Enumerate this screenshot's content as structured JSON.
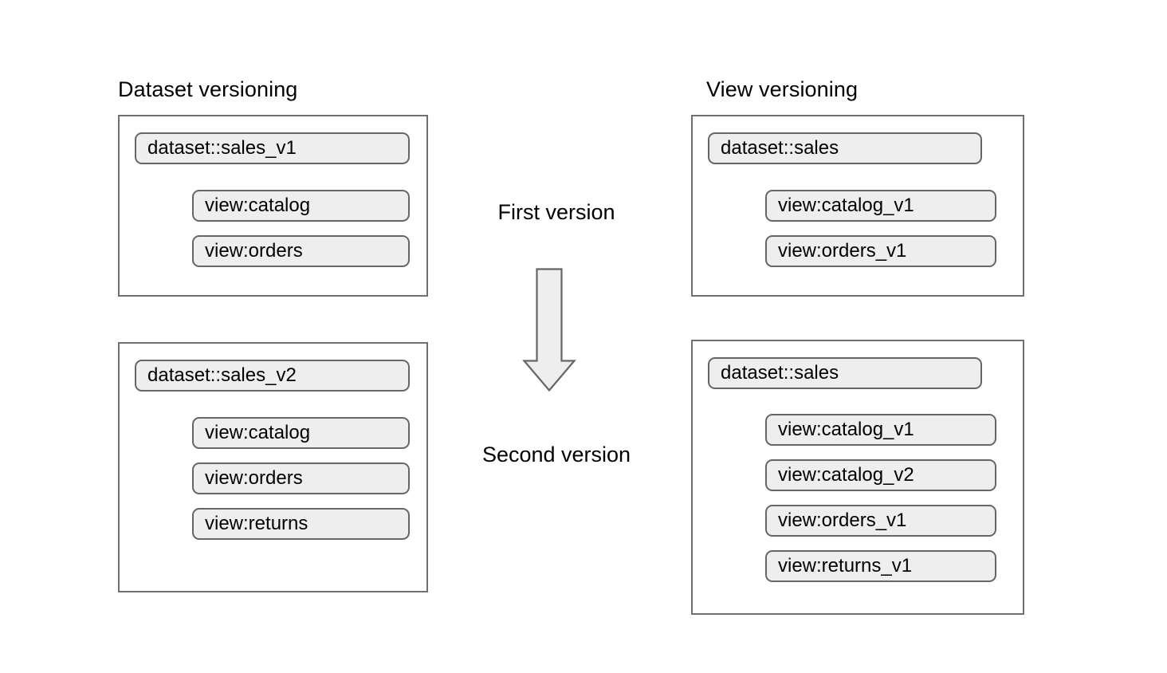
{
  "diagram": {
    "title": "Dataset versioning vs View versioning",
    "background_color": "#ffffff",
    "pill_fill": "#eeeeee",
    "pill_border": "#666666",
    "box_border": "#6f6f6f",
    "arrow_fill": "#eeeeee",
    "arrow_border": "#666666"
  },
  "columns": {
    "left": {
      "heading": "Dataset versioning",
      "groups": [
        {
          "dataset": "dataset::sales_v1",
          "views": [
            "view:catalog",
            "view:orders"
          ]
        },
        {
          "dataset": "dataset::sales_v2",
          "views": [
            "view:catalog",
            "view:orders",
            "view:returns"
          ]
        }
      ]
    },
    "right": {
      "heading": "View versioning",
      "groups": [
        {
          "dataset": "dataset::sales",
          "views": [
            "view:catalog_v1",
            "view:orders_v1"
          ]
        },
        {
          "dataset": "dataset::sales",
          "views": [
            "view:catalog_v1",
            "view:catalog_v2",
            "view:orders_v1",
            "view:returns_v1"
          ]
        }
      ]
    }
  },
  "center": {
    "first_label": "First version",
    "second_label": "Second version",
    "arrow_direction": "down"
  }
}
